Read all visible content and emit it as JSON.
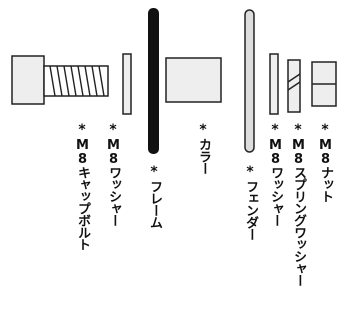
{
  "parts": [
    {
      "id": "bolt",
      "label": "M8キャップボルト"
    },
    {
      "id": "washer1",
      "label": "M8ワッシャー"
    },
    {
      "id": "frame",
      "label": "フレーム"
    },
    {
      "id": "collar",
      "label": "カラー"
    },
    {
      "id": "fender",
      "label": "フェンダー"
    },
    {
      "id": "washer2",
      "label": "M8ワッシャー"
    },
    {
      "id": "springwasher",
      "label": "M8スプリングワッシャー"
    },
    {
      "id": "nut",
      "label": "M8ナット"
    }
  ],
  "marker": "*",
  "colors": {
    "outline": "#222222",
    "part_fill": "#eeeeee",
    "frame_fill": "#111111",
    "fender_fill": "#dddddd"
  }
}
